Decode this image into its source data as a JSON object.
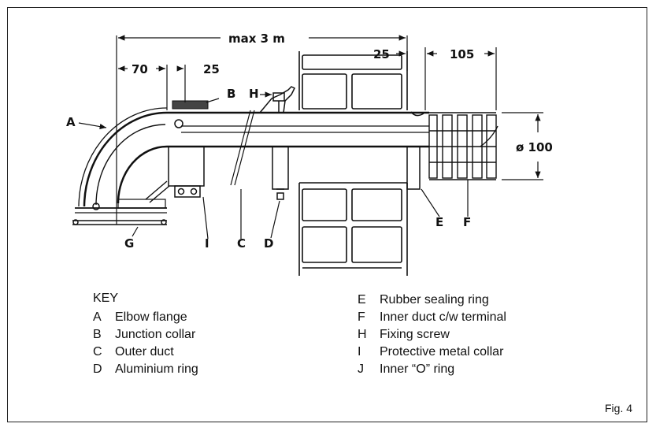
{
  "dimensions": {
    "max_length": "max 3 m",
    "elbow_offset": "70",
    "collar_width_left": "25",
    "wall_gap": "25",
    "terminal_projection": "105",
    "diameter": "ø 100"
  },
  "callouts": {
    "A": "A",
    "B": "B",
    "C": "C",
    "D": "D",
    "E": "E",
    "F": "F",
    "G": "G",
    "H": "H",
    "I": "I"
  },
  "key": {
    "title": "KEY",
    "left_items": [
      {
        "letter": "A",
        "text": "Elbow flange"
      },
      {
        "letter": "B",
        "text": "Junction collar"
      },
      {
        "letter": "C",
        "text": "Outer duct"
      },
      {
        "letter": "D",
        "text": "Aluminium ring"
      }
    ],
    "right_items": [
      {
        "letter": "E",
        "text": "Rubber sealing ring"
      },
      {
        "letter": "F",
        "text": "Inner duct c/w terminal"
      },
      {
        "letter": "H",
        "text": "Fixing screw"
      },
      {
        "letter": "I",
        "text": "Protective metal collar"
      },
      {
        "letter": "J",
        "text": "Inner “O” ring"
      }
    ]
  },
  "figure_label": "Fig. 4"
}
